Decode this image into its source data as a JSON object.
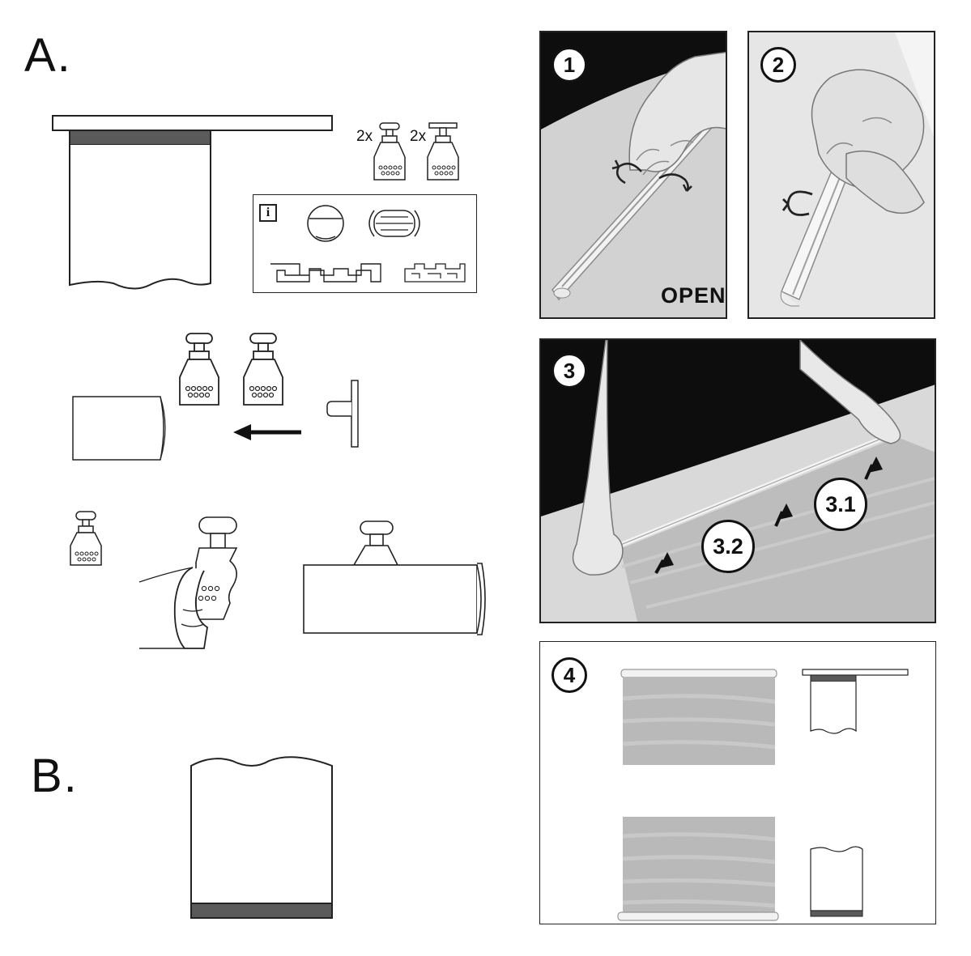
{
  "sections": {
    "a_label": "A.",
    "b_label": "B."
  },
  "parts": {
    "qty_round_head": "2x",
    "qty_t_head": "2x",
    "info_icon": "i"
  },
  "steps": {
    "s1": "1",
    "s2": "2",
    "s3": "3",
    "s3_1": "3.1",
    "s3_2": "3.2",
    "s4": "4"
  },
  "photo1": {
    "caption": "OPEN"
  },
  "icons": [
    "info-icon",
    "arrow-left-icon",
    "rotate-arrow-icon",
    "up-arrow-icon"
  ],
  "colors": {
    "stripe": "#5a5a5a",
    "line": "#222222",
    "photo_dark": "#0d0d0d",
    "fabric": "#b9b9b9"
  }
}
